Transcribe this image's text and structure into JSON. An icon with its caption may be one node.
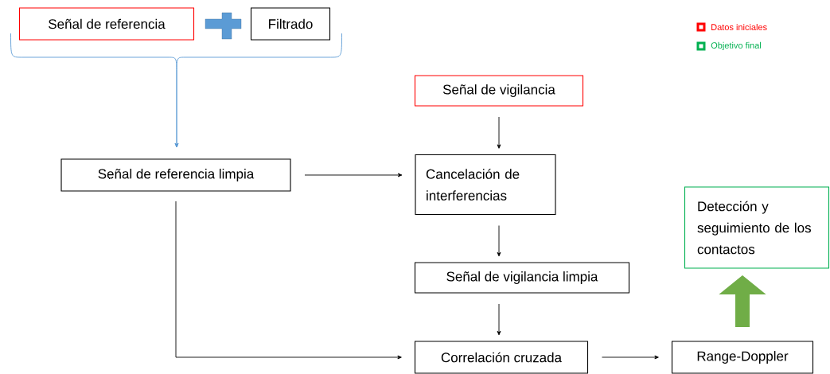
{
  "diagram": {
    "nodes": [
      {
        "text": [
          "Señal de referencia"
        ]
      },
      {
        "text": [
          "Filtrado"
        ]
      },
      {
        "text": [
          "Señal de referencia limpia"
        ]
      },
      {
        "text": [
          "Señal de vigilancia"
        ]
      },
      {
        "text": [
          "Cancelación de interferencias"
        ]
      },
      {
        "text": [
          "Señal de vigilancia limpia"
        ]
      },
      {
        "text": [
          "Correlación cruzada"
        ]
      },
      {
        "text": [
          "Range-Doppler"
        ]
      },
      {
        "text": [
          "Detección y seguimiento de los contactos"
        ]
      }
    ],
    "edges": [
      {
        "from": 0,
        "to": 2,
        "arrow": "to",
        "color": "#5b9bd5"
      },
      {
        "from": 1,
        "to": 2,
        "arrow": "to",
        "color": "#5b9bd5"
      },
      {
        "from": 2,
        "to": 4,
        "arrow": "to"
      },
      {
        "from": 3,
        "to": 4,
        "arrow": "to"
      },
      {
        "from": 4,
        "to": 5,
        "arrow": "to"
      },
      {
        "from": 5,
        "to": 6,
        "arrow": "to"
      },
      {
        "from": 2,
        "to": 6,
        "arrow": "to"
      },
      {
        "from": 6,
        "to": 7,
        "arrow": "to"
      },
      {
        "from": 7,
        "to": 8,
        "arrow": "to",
        "style": "thick",
        "color": "#70ad47"
      }
    ],
    "legend": [
      {
        "text": "Datos iniciales",
        "color": "#ff0000"
      },
      {
        "text": "Objetivo final",
        "color": "#00b050"
      }
    ]
  }
}
